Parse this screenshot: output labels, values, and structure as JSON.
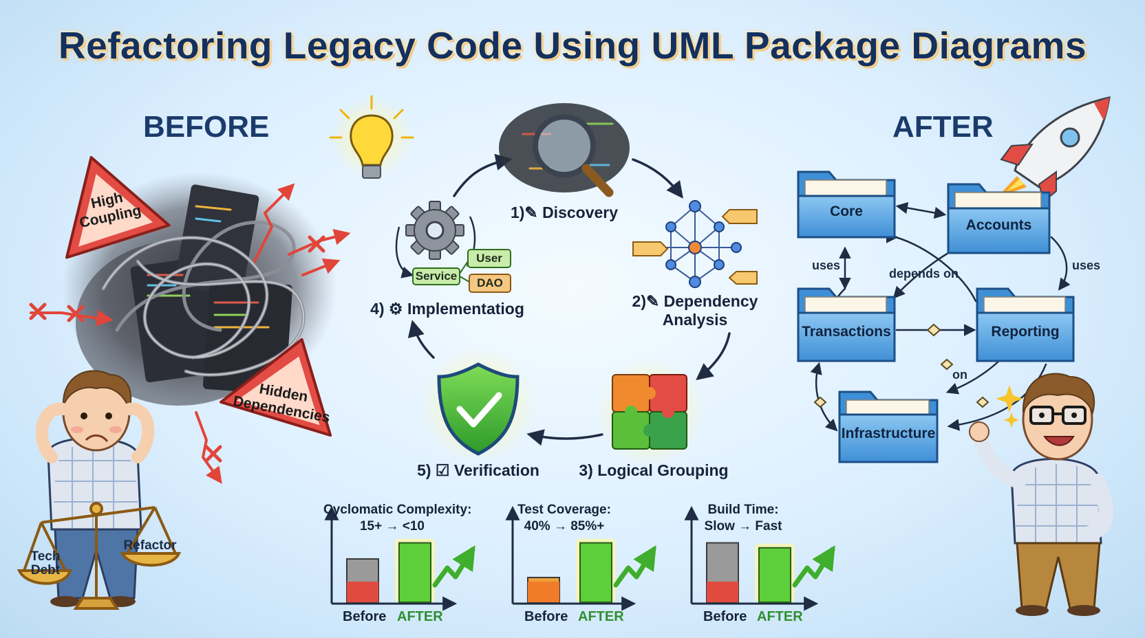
{
  "title": "Refactoring Legacy Code Using UML Package Diagrams",
  "before": {
    "heading": "BEFORE",
    "warning_high": "High Coupling",
    "warning_hidden": "Hidden Dependencies",
    "scale_left": "Tech Debt",
    "scale_right": "Refactor"
  },
  "cycle": {
    "steps": [
      {
        "label": "1)✎ Discovery"
      },
      {
        "label": "2)✎ Dependency Analysis"
      },
      {
        "label": "3) Logical Grouping"
      },
      {
        "label": "4) ⚙ Implementatiog"
      },
      {
        "label": "5) ☑ Verification"
      }
    ],
    "chips": {
      "user": "User",
      "service": "Service",
      "dao": "DAO"
    }
  },
  "after": {
    "heading": "AFTER",
    "packages": {
      "core": "Core",
      "accounts": "Accounts",
      "transactions": "Transactions",
      "reporting": "Reporting",
      "infrastructure": "Infrastructure"
    },
    "relations": {
      "uses_left": "uses",
      "uses_right": "uses",
      "depends_on": "depends on",
      "on": "on"
    }
  },
  "metrics": [
    {
      "title_line1": "Cyclomatic Complexity:",
      "title_line2": "15+ → <10",
      "before_label": "Before",
      "after_label": "AFTER",
      "before_level": 0.7,
      "after_level": 0.96,
      "before_color": "#9a9a9a",
      "before_base_color": "#e04a3f",
      "after_color": "#5dcf3a"
    },
    {
      "title_line1": "Test Coverage:",
      "title_line2": "40% → 85%+",
      "before_label": "Before",
      "after_label": "AFTER",
      "before_level": 0.4,
      "after_level": 0.96,
      "before_color": "#f0a13a",
      "before_base_color": "#f07b28",
      "after_color": "#5dcf3a"
    },
    {
      "title_line1": "Build Time:",
      "title_line2": "Slow → Fast",
      "before_label": "Before",
      "after_label": "AFTER",
      "before_level": 0.96,
      "after_level": 0.88,
      "before_color": "#9a9a9a",
      "before_base_color": "#e04a3f",
      "after_color": "#5dcf3a"
    }
  ],
  "colors": {
    "title": "#13305e",
    "folder": "#5aa7e4",
    "after_green": "#2f8f2f",
    "warning_red": "#e0473d"
  }
}
